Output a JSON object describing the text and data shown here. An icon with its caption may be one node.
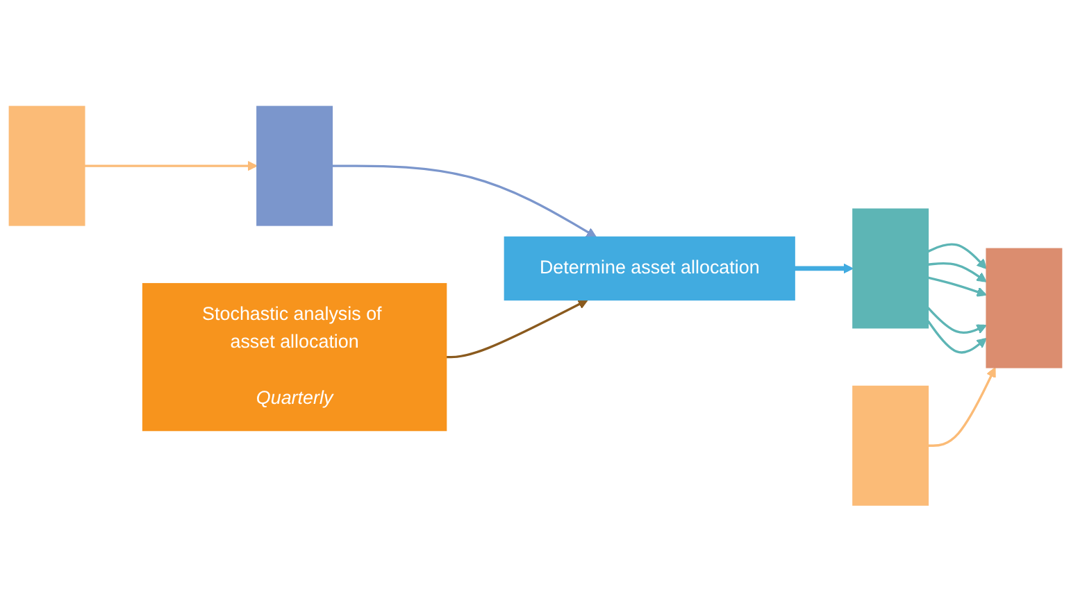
{
  "diagram": {
    "nodes": [
      {
        "text": [],
        "shape": "box"
      },
      {
        "text": [
          "Determine asset allocation"
        ]
      },
      {
        "text": [],
        "shape": "box"
      },
      {
        "text": [],
        "shape": "box"
      },
      {
        "text": [],
        "shape": "box"
      },
      {
        "text": [
          "Stochastic analysis of asset allocation",
          "Quarterly"
        ]
      },
      {
        "text": [],
        "shape": "box"
      }
    ],
    "edges": [
      {
        "from": 0,
        "to": 1,
        "arrow": "to",
        "color": "#7b96cc"
      },
      {
        "from": 1,
        "to": 2,
        "arrow": "to",
        "style": "thick",
        "color": "#41abe0"
      },
      {
        "from": 2,
        "to": 3,
        "arrow": "to"
      },
      {
        "from": 2,
        "to": 3,
        "arrow": "to"
      },
      {
        "from": 2,
        "to": 3,
        "arrow": "to"
      },
      {
        "from": 2,
        "to": 3,
        "arrow": "to"
      },
      {
        "from": 2,
        "to": 3,
        "arrow": "to"
      },
      {
        "from": 4,
        "to": 0,
        "arrow": "to",
        "color": "#fbbb77"
      },
      {
        "from": 5,
        "to": 1,
        "arrow": "to",
        "color": "#8a5a1e"
      },
      {
        "from": 6,
        "to": 3,
        "arrow": "to",
        "color": "#fbbb77"
      }
    ]
  }
}
